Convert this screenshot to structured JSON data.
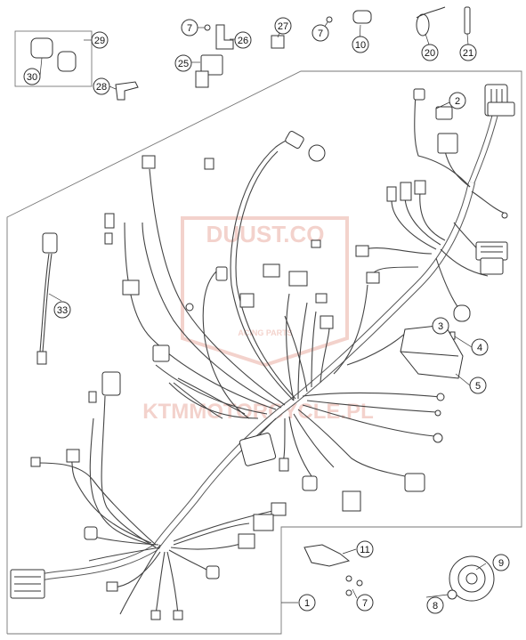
{
  "watermark": {
    "brand": "DUUST.CO",
    "sub": "ACING PARTS",
    "url": "KTMMOTORCYCLE.PL",
    "color": "#e8a79a"
  },
  "callouts": [
    {
      "id": "c1",
      "text": "1"
    },
    {
      "id": "c2",
      "text": "2"
    },
    {
      "id": "c3",
      "text": "3"
    },
    {
      "id": "c4",
      "text": "4"
    },
    {
      "id": "c5",
      "text": "5"
    },
    {
      "id": "c7a",
      "text": "7"
    },
    {
      "id": "c7b",
      "text": "7"
    },
    {
      "id": "c7c",
      "text": "7"
    },
    {
      "id": "c8",
      "text": "8"
    },
    {
      "id": "c9",
      "text": "9"
    },
    {
      "id": "c10",
      "text": "10"
    },
    {
      "id": "c11",
      "text": "11"
    },
    {
      "id": "c20",
      "text": "20"
    },
    {
      "id": "c21",
      "text": "21"
    },
    {
      "id": "c25",
      "text": "25"
    },
    {
      "id": "c26",
      "text": "26"
    },
    {
      "id": "c27",
      "text": "27"
    },
    {
      "id": "c28",
      "text": "28"
    },
    {
      "id": "c29",
      "text": "29"
    },
    {
      "id": "c30",
      "text": "30"
    },
    {
      "id": "c33",
      "text": "33"
    }
  ]
}
